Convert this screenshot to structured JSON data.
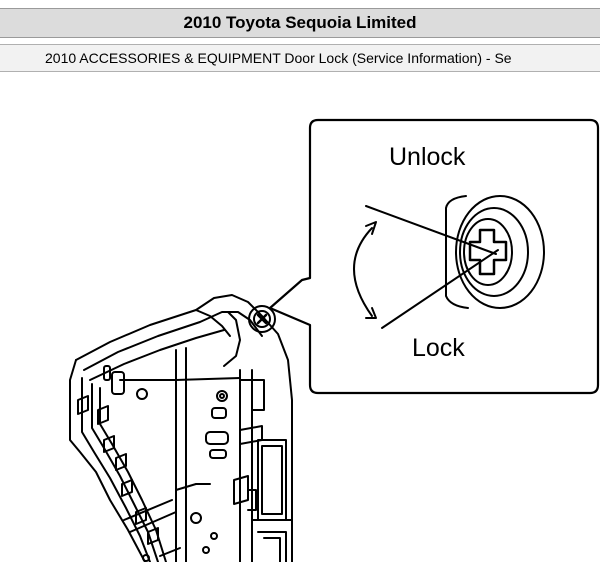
{
  "header": {
    "title": "2010 Toyota Sequoia Limited",
    "subtitle": "2010 ACCESSORIES & EQUIPMENT Door Lock (Service Information) - Se"
  },
  "figure": {
    "callout_top_label": "Unlock",
    "callout_bottom_label": "Lock"
  }
}
